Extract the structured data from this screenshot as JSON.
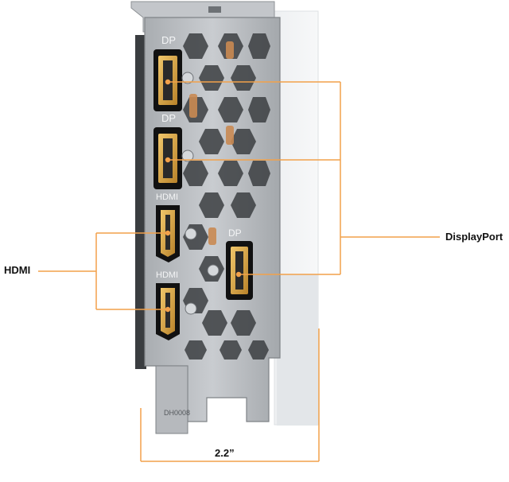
{
  "labels": {
    "displayport_callout": "DisplayPort",
    "hdmi_callout": "HDMI",
    "width_dimension": "2.2”"
  },
  "bracket": {
    "port_labels": [
      "DP",
      "DP",
      "HDMI",
      "HDMI",
      "DP"
    ],
    "part_code": "DH0008"
  },
  "colors": {
    "leader_line": "#f2a14a",
    "bracket_metal": "#b9bcc0",
    "port_gold": "#d9a23a"
  }
}
